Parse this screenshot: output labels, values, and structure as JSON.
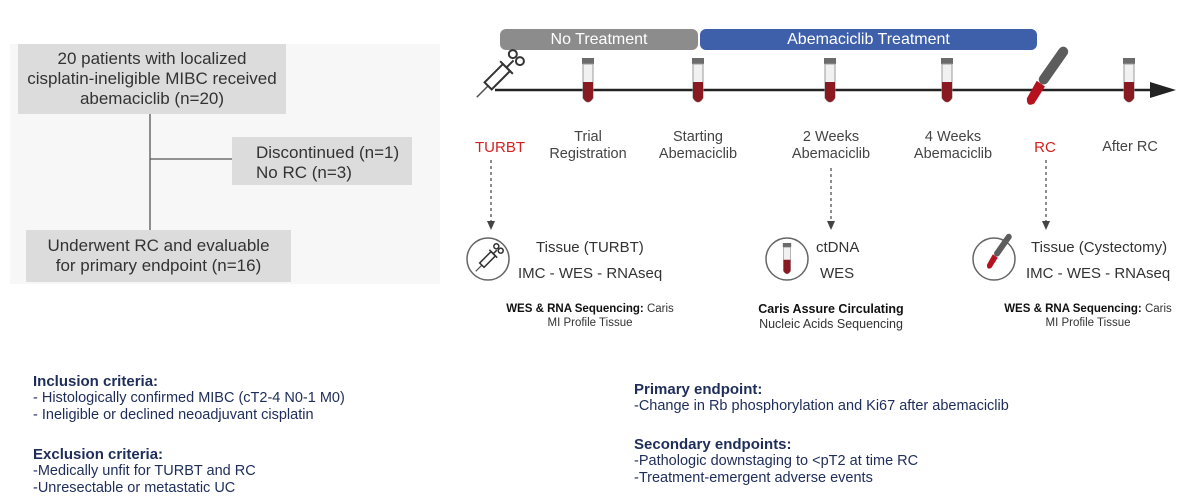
{
  "flowchart": {
    "enrolled": [
      "20 patients with localized",
      "cisplatin-ineligible MIBC received",
      "abemaciclib (n=20)"
    ],
    "excluded": [
      "Discontinued (n=1)",
      "No RC (n=3)"
    ],
    "evaluable": [
      "Underwent RC and evaluable",
      "for primary endpoint (n=16)"
    ]
  },
  "phases": {
    "no_treatment": "No Treatment",
    "abemaciclib": "Abemaciclib Treatment"
  },
  "colors": {
    "no_treatment": "#8c8c8c",
    "abemaciclib": "#3e5fa9",
    "red_label": "#d32020",
    "blood": "#8a1a22",
    "criteria_text": "#1e2d5a"
  },
  "timeline": [
    {
      "lines": [
        "TURBT"
      ],
      "red": true,
      "icon": "syringe-icon"
    },
    {
      "lines": [
        "Trial",
        "Registration"
      ],
      "red": false,
      "icon": "blood-tube-icon"
    },
    {
      "lines": [
        "Starting",
        "Abemaciclib"
      ],
      "red": false,
      "icon": "blood-tube-icon"
    },
    {
      "lines": [
        "2 Weeks",
        "Abemaciclib"
      ],
      "red": false,
      "icon": "blood-tube-icon"
    },
    {
      "lines": [
        "4 Weeks",
        "Abemaciclib"
      ],
      "red": false,
      "icon": "blood-tube-icon"
    },
    {
      "lines": [
        "RC"
      ],
      "red": true,
      "icon": "scalpel-icon"
    },
    {
      "lines": [
        "After RC"
      ],
      "red": false,
      "icon": "blood-tube-icon"
    }
  ],
  "samples": [
    {
      "title": "Tissue (TURBT)",
      "assays": "IMC - WES - RNAseq",
      "icon": "syringe-icon",
      "seq_bold": "WES & RNA Sequencing:",
      "seq_rest": " Caris",
      "seq_line2": "MI Profile Tissue"
    },
    {
      "title": "ctDNA",
      "assays": "WES",
      "icon": "blood-tube-icon",
      "seq_bold": "Caris Assure Circulating",
      "seq_rest": "",
      "seq_line2": "Nucleic Acids Sequencing"
    },
    {
      "title": "Tissue (Cystectomy)",
      "assays": "IMC - WES - RNAseq",
      "icon": "scalpel-icon",
      "seq_bold": "WES & RNA Sequencing:",
      "seq_rest": " Caris",
      "seq_line2": "MI Profile Tissue"
    }
  ],
  "criteria": {
    "inclusion_title": "Inclusion criteria:",
    "inclusion": [
      "- Histologically confirmed MIBC (cT2-4 N0-1 M0)",
      "- Ineligible or declined neoadjuvant cisplatin"
    ],
    "exclusion_title": "Exclusion criteria:",
    "exclusion": [
      "-Medically unfit for TURBT and RC",
      "-Unresectable or metastatic UC"
    ],
    "primary_title": "Primary endpoint:",
    "primary": [
      "-Change in Rb phosphorylation and Ki67 after abemaciclib"
    ],
    "secondary_title": "Secondary endpoints:",
    "secondary": [
      "-Pathologic downstaging to <pT2 at time RC",
      "-Treatment-emergent adverse events"
    ]
  }
}
